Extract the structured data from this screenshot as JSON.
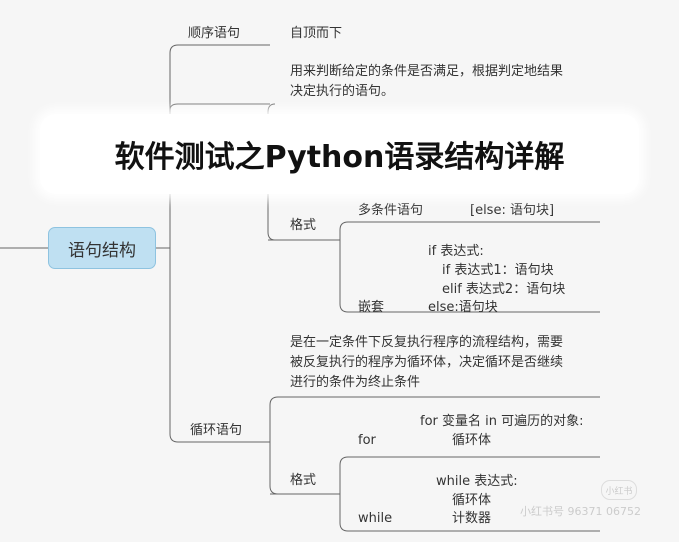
{
  "root": {
    "label": "语句结构"
  },
  "sequence": {
    "label": "顺序语句",
    "desc": "自顶而下"
  },
  "selection": {
    "desc_line1": "用来判断给定的条件是否满足，根据判定地结果",
    "desc_line2": "决定执行的语句。",
    "format_label": "格式",
    "multi_label": "多条件语句",
    "multi_else": "[else: 语句块]",
    "nested_label": "嵌套",
    "nested_code": [
      "if 表达式:",
      "if 表达式1：语句块",
      "elif 表达式2：语句块",
      "else:语句块"
    ]
  },
  "loop": {
    "label": "循环语句",
    "desc_lines": [
      "是在一定条件下反复执行程序的流程结构，需要",
      "被反复执行的程序为循环体，决定循环是否继续",
      "进行的条件为终止条件"
    ],
    "format_label": "格式",
    "for_label": "for",
    "for_code": [
      "for 变量名 in 可遍历的对象:",
      "循环体"
    ],
    "while_label": "while",
    "while_code": [
      "while 表达式:",
      "循环体",
      "计数器"
    ]
  },
  "banner": {
    "title": "软件测试之Python语录结构详解"
  },
  "watermark": {
    "badge": "小红书",
    "text": "小红书号 96371 06752"
  }
}
